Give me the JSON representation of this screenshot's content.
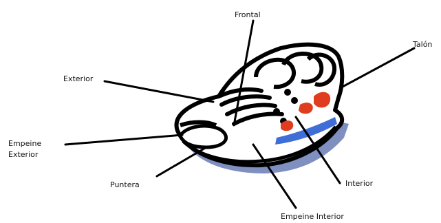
{
  "labels": {
    "frontal": "Frontal",
    "talon": "Talón",
    "exterior": "Exterior",
    "empeine_exterior_line1": "Empeine",
    "empeine_exterior_line2": "Exterior",
    "puntera": "Puntera",
    "interior": "Interior",
    "empeine_interior": "Empeine Interior"
  },
  "colors": {
    "outline": "#000000",
    "shadow": "#7f8fc0",
    "sole_accent": "#3f6fd6",
    "heel_accent": "#e03c1e",
    "leader": "#000000"
  }
}
